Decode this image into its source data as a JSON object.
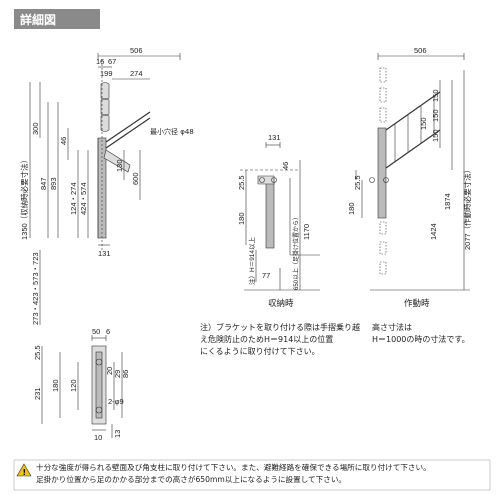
{
  "header": {
    "title": "詳細図"
  },
  "views": {
    "main": {
      "dims": {
        "w506": "506",
        "w16": "16",
        "w67": "67",
        "w199": "199",
        "w274": "274",
        "h1350": "1350（収納時必要寸法）",
        "h300": "300",
        "h847": "847",
        "h893": "893",
        "h46": "46",
        "h124": "124・274",
        "h424": "424・574",
        "h130": "130",
        "h600": "600",
        "h131": "131",
        "h273": "273・423・573・723"
      },
      "hole_label": "最小穴径 φ48"
    },
    "stored": {
      "dims": {
        "w131": "131",
        "h25": "25.5",
        "h180": "180",
        "h46": "46",
        "w77": "77",
        "h1170": "1170",
        "h914": "注）H＝914以上",
        "h650": "650以上（足掛け位置から）"
      },
      "caption": "収納時"
    },
    "working": {
      "dims": {
        "w506": "506",
        "h25": "25.5",
        "h180": "180",
        "h150a": "150",
        "h150b": "150",
        "h150c": "150",
        "h150d": "150",
        "h1874": "1874",
        "h1424": "1424",
        "h2077": "2077（作動時必要寸法）"
      },
      "caption": "作動時"
    },
    "bracket": {
      "dims": {
        "w50": "50",
        "w6": "6",
        "h25": "25.5",
        "h231": "231",
        "h180": "180",
        "h120": "120",
        "h20": "20",
        "h86": "86",
        "h29": "29",
        "hole": "2-φ9",
        "h10": "10",
        "h13": "13"
      }
    }
  },
  "notes": {
    "bracket_note": [
      "注）ブラケットを取り付ける際は手摺乗り越",
      "え危険防止のためH＝914以上の位置",
      "にくるように取り付けて下さい。"
    ],
    "height_note": [
      "高さ寸法は",
      "H＝1000の時の寸法です。"
    ]
  },
  "warning": {
    "lines": [
      "十分な強度が得られる壁面及び角支柱に取り付けて下さい。また、避難経路を確保できる場所に取り付けて下さい。",
      "足掛かり位置から足のかかる部分までの高さが650mm以上になるように設置して下さい。"
    ]
  }
}
